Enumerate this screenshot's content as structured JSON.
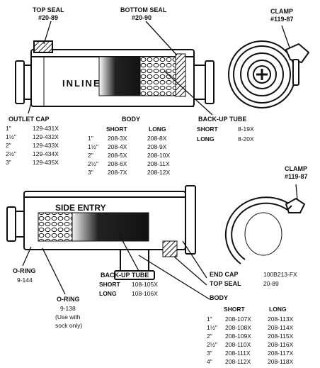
{
  "labels": {
    "top_seal": "TOP SEAL",
    "top_seal_part": "#20-89",
    "bottom_seal": "BOTTOM SEAL",
    "bottom_seal_part": "#20-90",
    "clamp1": "CLAMP",
    "clamp1_part": "#119-87",
    "inline": "INLINE",
    "outlet_cap": "OUTLET CAP",
    "body1": "BODY",
    "backup_tube1": "BACK-UP TUBE",
    "clamp2": "CLAMP",
    "clamp2_part": "#119-87",
    "side_entry": "SIDE ENTRY",
    "oring1": "O-RING",
    "oring1_part": "9-144",
    "backup_tube2": "BACK-UP TUBE",
    "oring2": "O-RING",
    "oring2_part": "9-138",
    "oring2_note1": "(Use with",
    "oring2_note2": "sock only)",
    "end_cap": "END CAP",
    "end_cap_part": "100B213-FX",
    "top_seal2": "TOP SEAL",
    "top_seal2_part": "20-89",
    "body2": "BODY"
  },
  "outlet_cap_rows": [
    {
      "size": "1\"",
      "part": "129-431X"
    },
    {
      "size": "1½\"",
      "part": "129-432X"
    },
    {
      "size": "2\"",
      "part": "129-433X"
    },
    {
      "size": "2½\"",
      "part": "129-434X"
    },
    {
      "size": "3\"",
      "part": "129-435X"
    }
  ],
  "body1_table": {
    "headers": [
      "SHORT",
      "LONG"
    ],
    "rows": [
      {
        "size": "1\"",
        "short": "208-3X",
        "long": "208-8X"
      },
      {
        "size": "1½\"",
        "short": "208-4X",
        "long": "208-9X"
      },
      {
        "size": "2\"",
        "short": "208-5X",
        "long": "208-10X"
      },
      {
        "size": "2½\"",
        "short": "208-6X",
        "long": "208-11X"
      },
      {
        "size": "3\"",
        "short": "208-7X",
        "long": "208-12X"
      }
    ]
  },
  "backup_tube1_rows": [
    {
      "kind": "SHORT",
      "part": "8-19X"
    },
    {
      "kind": "LONG",
      "part": "8-20X"
    }
  ],
  "backup_tube2_rows": [
    {
      "kind": "SHORT",
      "part": "108-105X"
    },
    {
      "kind": "LONG",
      "part": "108-106X"
    }
  ],
  "body2_table": {
    "headers": [
      "SHORT",
      "LONG"
    ],
    "rows": [
      {
        "size": "1\"",
        "short": "208-107X",
        "long": "208-113X"
      },
      {
        "size": "1½\"",
        "short": "208-108X",
        "long": "208-114X"
      },
      {
        "size": "2\"",
        "short": "208-109X",
        "long": "208-115X"
      },
      {
        "size": "2½\"",
        "short": "208-110X",
        "long": "208-116X"
      },
      {
        "size": "3\"",
        "short": "208-111X",
        "long": "208-117X"
      },
      {
        "size": "4\"",
        "short": "208-112X",
        "long": "208-118X"
      }
    ]
  }
}
